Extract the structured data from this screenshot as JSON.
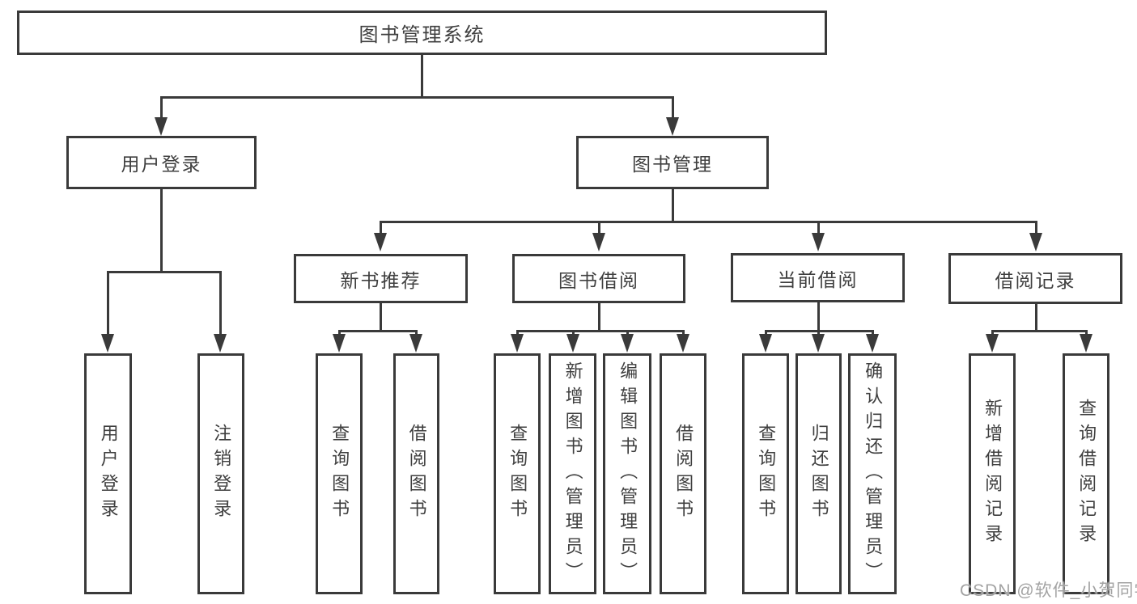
{
  "nodes": {
    "root": "图书管理系统",
    "user_login": "用户登录",
    "book_mgmt": "图书管理",
    "new_books": "新书推荐",
    "book_borrow": "图书借阅",
    "current_borrow": "当前借阅",
    "borrow_records": "借阅记录"
  },
  "leaves": {
    "user_login": "用户登录",
    "logout": "注销登录",
    "nb_query": "查询图书",
    "nb_borrow": "借阅图书",
    "bb_query": "查询图书",
    "bb_add": "新增图书（管理员）",
    "bb_edit": "编辑图书（管理员）",
    "bb_borrow": "借阅图书",
    "cb_query": "查询图书",
    "cb_return": "归还图书",
    "cb_confirm": "确认归还（管理员）",
    "br_add": "新增借阅记录",
    "br_query": "查询借阅记录"
  },
  "watermark": "CSDN @软件_小贺同学",
  "colors": {
    "line": "#3a3a3a",
    "text": "#3f3f3f",
    "watermark": "#a3a3a3",
    "background": "#ffffff"
  }
}
